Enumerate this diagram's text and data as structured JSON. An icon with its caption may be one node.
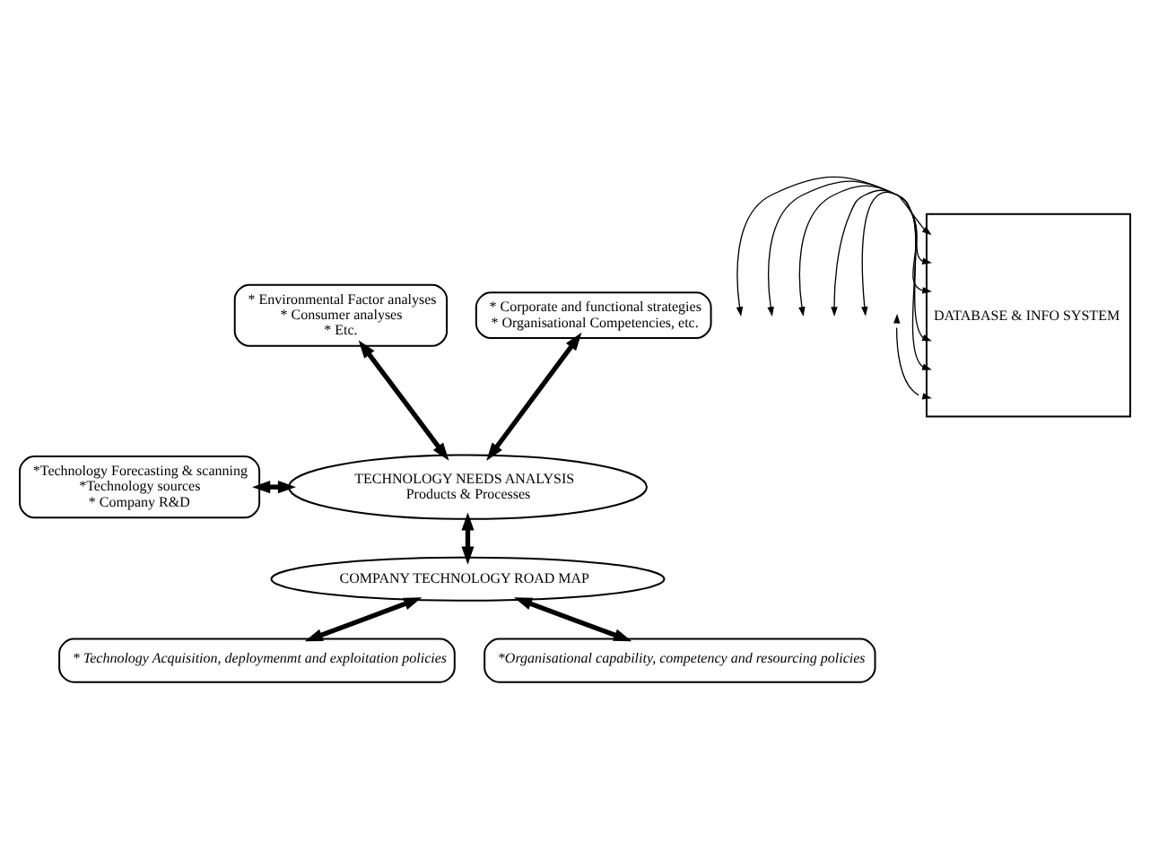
{
  "diagram": {
    "nodes": [
      {
        "text": [
          "* Environmental Factor analyses",
          "* Consumer analyses",
          "* Etc."
        ]
      },
      {
        "text": [
          "* Corporate and functional strategies",
          "* Organisational Competencies, etc."
        ]
      },
      {
        "text": [
          "*Technology Forecasting & scanning",
          "*Technology sources",
          "* Company R&D"
        ]
      },
      {
        "text": [
          "TECHNOLOGY NEEDS ANALYSIS",
          "Products & Processes"
        ]
      },
      {
        "text": [
          "COMPANY TECHNOLOGY ROAD MAP"
        ]
      },
      {
        "text": [
          "* Technology Acquisition, deploymenmt and exploitation policies"
        ]
      },
      {
        "text": [
          "*Organisational capability, competency and resourcing policies"
        ]
      },
      {
        "text": [
          "DATABASE & INFO SYSTEM"
        ]
      }
    ],
    "edges": [
      {
        "from": 0,
        "to": 3,
        "arrow": "both",
        "style": "thick"
      },
      {
        "from": 1,
        "to": 3,
        "arrow": "both",
        "style": "thick"
      },
      {
        "from": 2,
        "to": 3,
        "arrow": "both",
        "style": "thick"
      },
      {
        "from": 3,
        "to": 4,
        "arrow": "both",
        "style": "thick"
      },
      {
        "from": 4,
        "to": 5,
        "arrow": "both",
        "style": "thick"
      },
      {
        "from": 4,
        "to": 6,
        "arrow": "both",
        "style": "thick"
      },
      {
        "from": null,
        "to": 7,
        "arrow": "both"
      },
      {
        "from": null,
        "to": 7,
        "arrow": "both"
      },
      {
        "from": null,
        "to": 7,
        "arrow": "both"
      },
      {
        "from": null,
        "to": 7,
        "arrow": "both"
      },
      {
        "from": null,
        "to": 7,
        "arrow": "both"
      },
      {
        "from": null,
        "to": 7,
        "arrow": "both"
      }
    ]
  }
}
